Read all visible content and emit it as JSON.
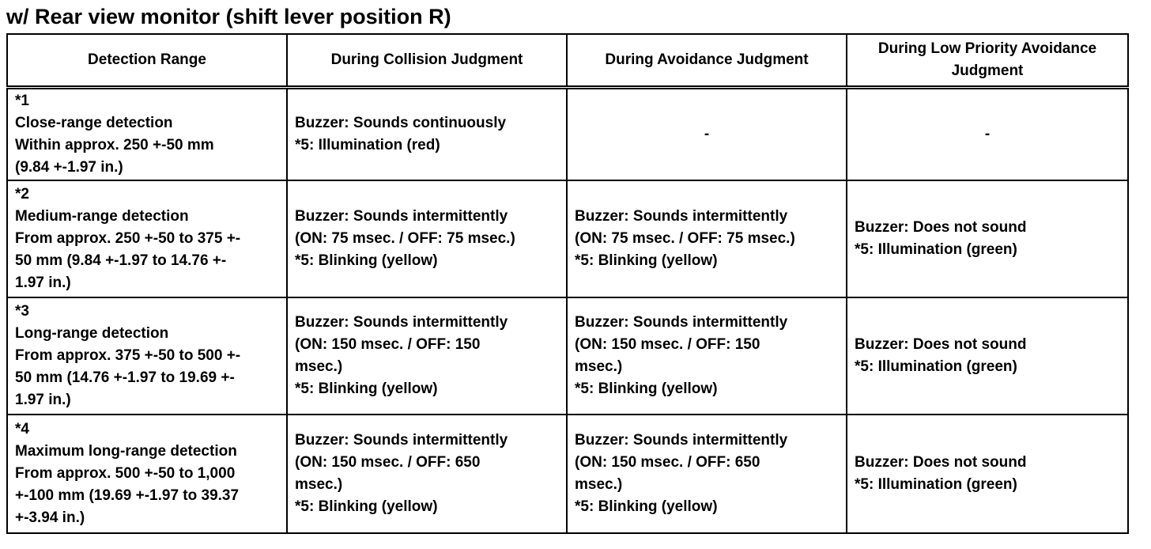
{
  "title": "w/ Rear view monitor (shift lever position R)",
  "headers": {
    "col1": "Detection Range",
    "col2": "During Collision Judgment",
    "col3": "During Avoidance Judgment",
    "col4": "During Low Priority Avoidance Judgment"
  },
  "rows": [
    {
      "range": {
        "id": "*1",
        "name": "Close-range detection",
        "lines": [
          "Within approx. 250 +-50 mm",
          "(9.84 +-1.97 in.)"
        ]
      },
      "collision": [
        "Buzzer: Sounds continuously",
        "*5: Illumination (red)"
      ],
      "avoidance": "-",
      "low_priority": "-"
    },
    {
      "range": {
        "id": "*2",
        "name": "Medium-range detection",
        "lines": [
          "From approx. 250 +-50 to 375 +-",
          "50 mm (9.84 +-1.97 to 14.76 +-",
          "1.97 in.)"
        ]
      },
      "collision": [
        "Buzzer: Sounds intermittently",
        "(ON: 75 msec. / OFF: 75 msec.)",
        "*5: Blinking (yellow)"
      ],
      "avoidance": [
        "Buzzer: Sounds intermittently",
        "(ON: 75 msec. / OFF: 75 msec.)",
        "*5: Blinking (yellow)"
      ],
      "low_priority": [
        "Buzzer: Does not sound",
        "*5: Illumination (green)"
      ]
    },
    {
      "range": {
        "id": "*3",
        "name": "Long-range detection",
        "lines": [
          "From approx. 375 +-50 to 500 +-",
          "50 mm (14.76 +-1.97 to 19.69 +-",
          "1.97 in.)"
        ]
      },
      "collision": [
        "Buzzer: Sounds intermittently",
        "(ON: 150 msec. / OFF: 150",
        "msec.)",
        "*5: Blinking (yellow)"
      ],
      "avoidance": [
        "Buzzer: Sounds intermittently",
        "(ON: 150 msec. / OFF: 150",
        "msec.)",
        "*5: Blinking (yellow)"
      ],
      "low_priority": [
        "Buzzer: Does not sound",
        "*5: Illumination (green)"
      ]
    },
    {
      "range": {
        "id": "*4",
        "name": "Maximum long-range detection",
        "lines": [
          "From approx. 500 +-50 to 1,000",
          "+-100 mm (19.69 +-1.97 to 39.37",
          "+-3.94 in.)"
        ]
      },
      "collision": [
        "Buzzer: Sounds intermittently",
        "(ON: 150 msec. / OFF: 650",
        "msec.)",
        "*5: Blinking (yellow)"
      ],
      "avoidance": [
        "Buzzer: Sounds intermittently",
        "(ON: 150 msec. / OFF: 650",
        "msec.)",
        "*5: Blinking (yellow)"
      ],
      "low_priority": [
        "Buzzer: Does not sound",
        "*5: Illumination (green)"
      ]
    }
  ]
}
